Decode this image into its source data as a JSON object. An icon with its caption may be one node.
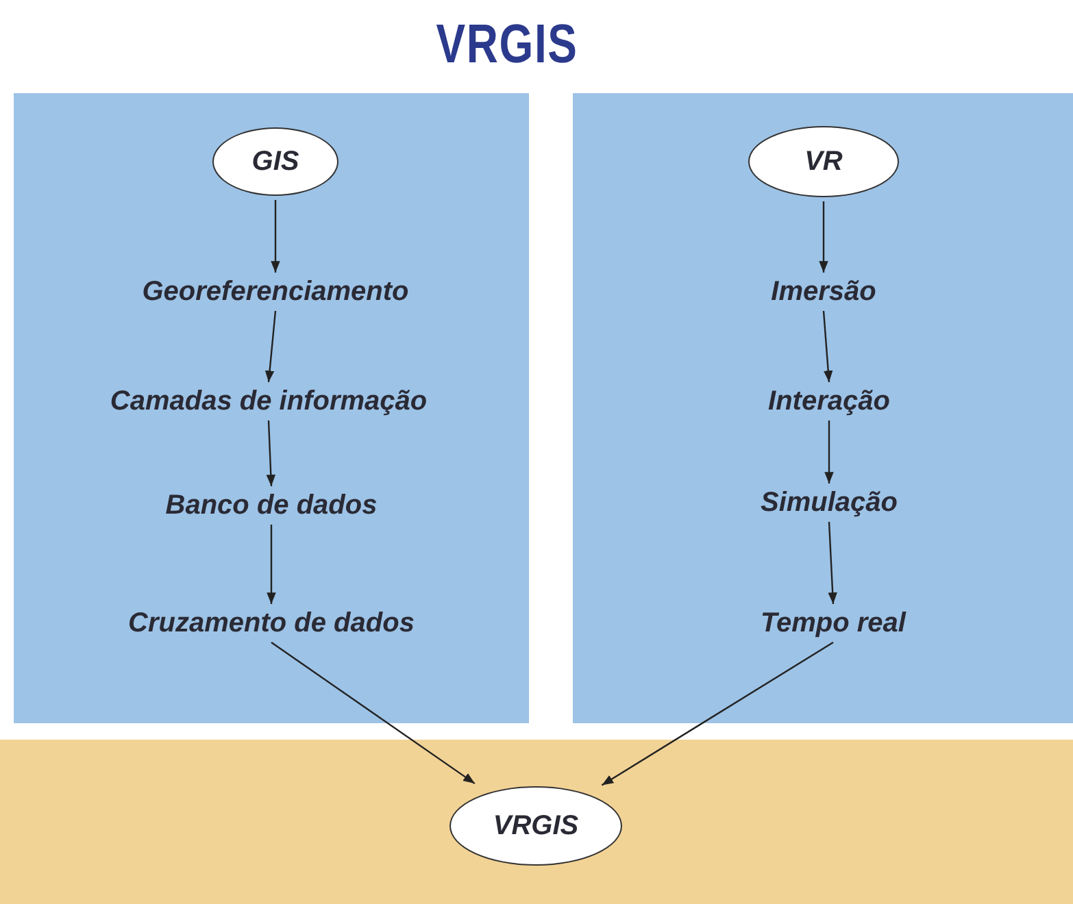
{
  "diagram": {
    "title": "VRGIS",
    "nodes": [
      {
        "text": [],
        "shape": "box"
      },
      {
        "text": [
          "GIS"
        ],
        "in": 0
      },
      {
        "text": [
          "Georeferenciamento"
        ],
        "in": 0
      },
      {
        "text": [
          "Camadas de informação"
        ],
        "in": 0
      },
      {
        "text": [
          "Banco de dados"
        ],
        "in": 0
      },
      {
        "text": [
          "Cruzamento de dados"
        ],
        "in": 0
      },
      {
        "text": [],
        "shape": "box"
      },
      {
        "text": [
          "VR"
        ],
        "in": 6
      },
      {
        "text": [
          "Imersão"
        ],
        "in": 6
      },
      {
        "text": [
          "Interação"
        ],
        "in": 6
      },
      {
        "text": [
          "Simulação"
        ],
        "in": 6
      },
      {
        "text": [
          "Tempo real"
        ],
        "in": 6
      },
      {
        "text": [],
        "shape": "box"
      },
      {
        "text": [
          "VRGIS"
        ],
        "in": 12
      }
    ],
    "edges": [
      {
        "from": 1,
        "to": 2,
        "arrow": "to"
      },
      {
        "from": 2,
        "to": 3,
        "arrow": "to"
      },
      {
        "from": 3,
        "to": 4,
        "arrow": "to"
      },
      {
        "from": 4,
        "to": 5,
        "arrow": "to"
      },
      {
        "from": 7,
        "to": 8,
        "arrow": "to"
      },
      {
        "from": 8,
        "to": 9,
        "arrow": "to"
      },
      {
        "from": 9,
        "to": 10,
        "arrow": "to"
      },
      {
        "from": 10,
        "to": 11,
        "arrow": "to"
      },
      {
        "from": 5,
        "to": 13,
        "arrow": "to"
      },
      {
        "from": 11,
        "to": 13,
        "arrow": "to"
      }
    ]
  }
}
